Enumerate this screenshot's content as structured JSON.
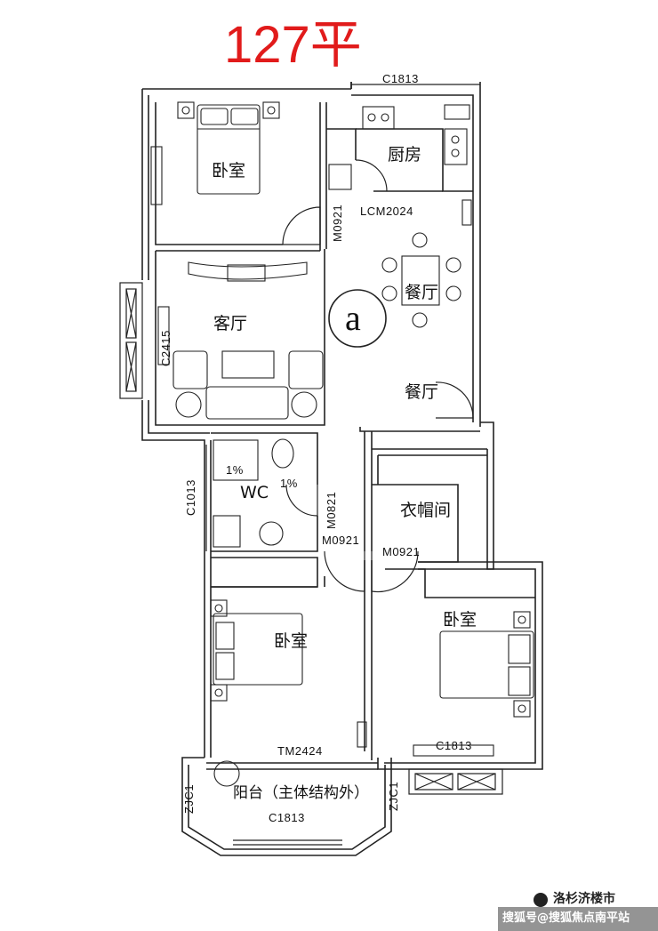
{
  "title": "127平",
  "unit_tag": "a",
  "rooms": {
    "bedroom_top": "卧室",
    "kitchen": "厨房",
    "living": "客厅",
    "dining_center": "餐厅",
    "dining_side": "餐厅",
    "wc": "WC",
    "cloakroom": "衣帽间",
    "bedroom_mid": "卧室",
    "bedroom_right": "卧室",
    "balcony": "阳台（主体结构外）"
  },
  "codes": {
    "c1813_top": "C1813",
    "m0921_kitchen": "M0921",
    "lcm2024": "LCM2024",
    "c2415": "C2415",
    "c1013": "C1013",
    "m0821": "M0821",
    "m0921_left": "M0921",
    "m0921_right": "M0921",
    "slope_1": "1%",
    "slope_2": "1%",
    "tm2424": "TM2424",
    "c1813_right": "C1813",
    "c1813_balcony": "C1813",
    "zjc1_left": "ZJC1",
    "zjc1_right": "ZJC1"
  },
  "watermark": {
    "line1": "洛杉济楼市",
    "line2": "搜狐号@搜狐焦点南平站"
  }
}
